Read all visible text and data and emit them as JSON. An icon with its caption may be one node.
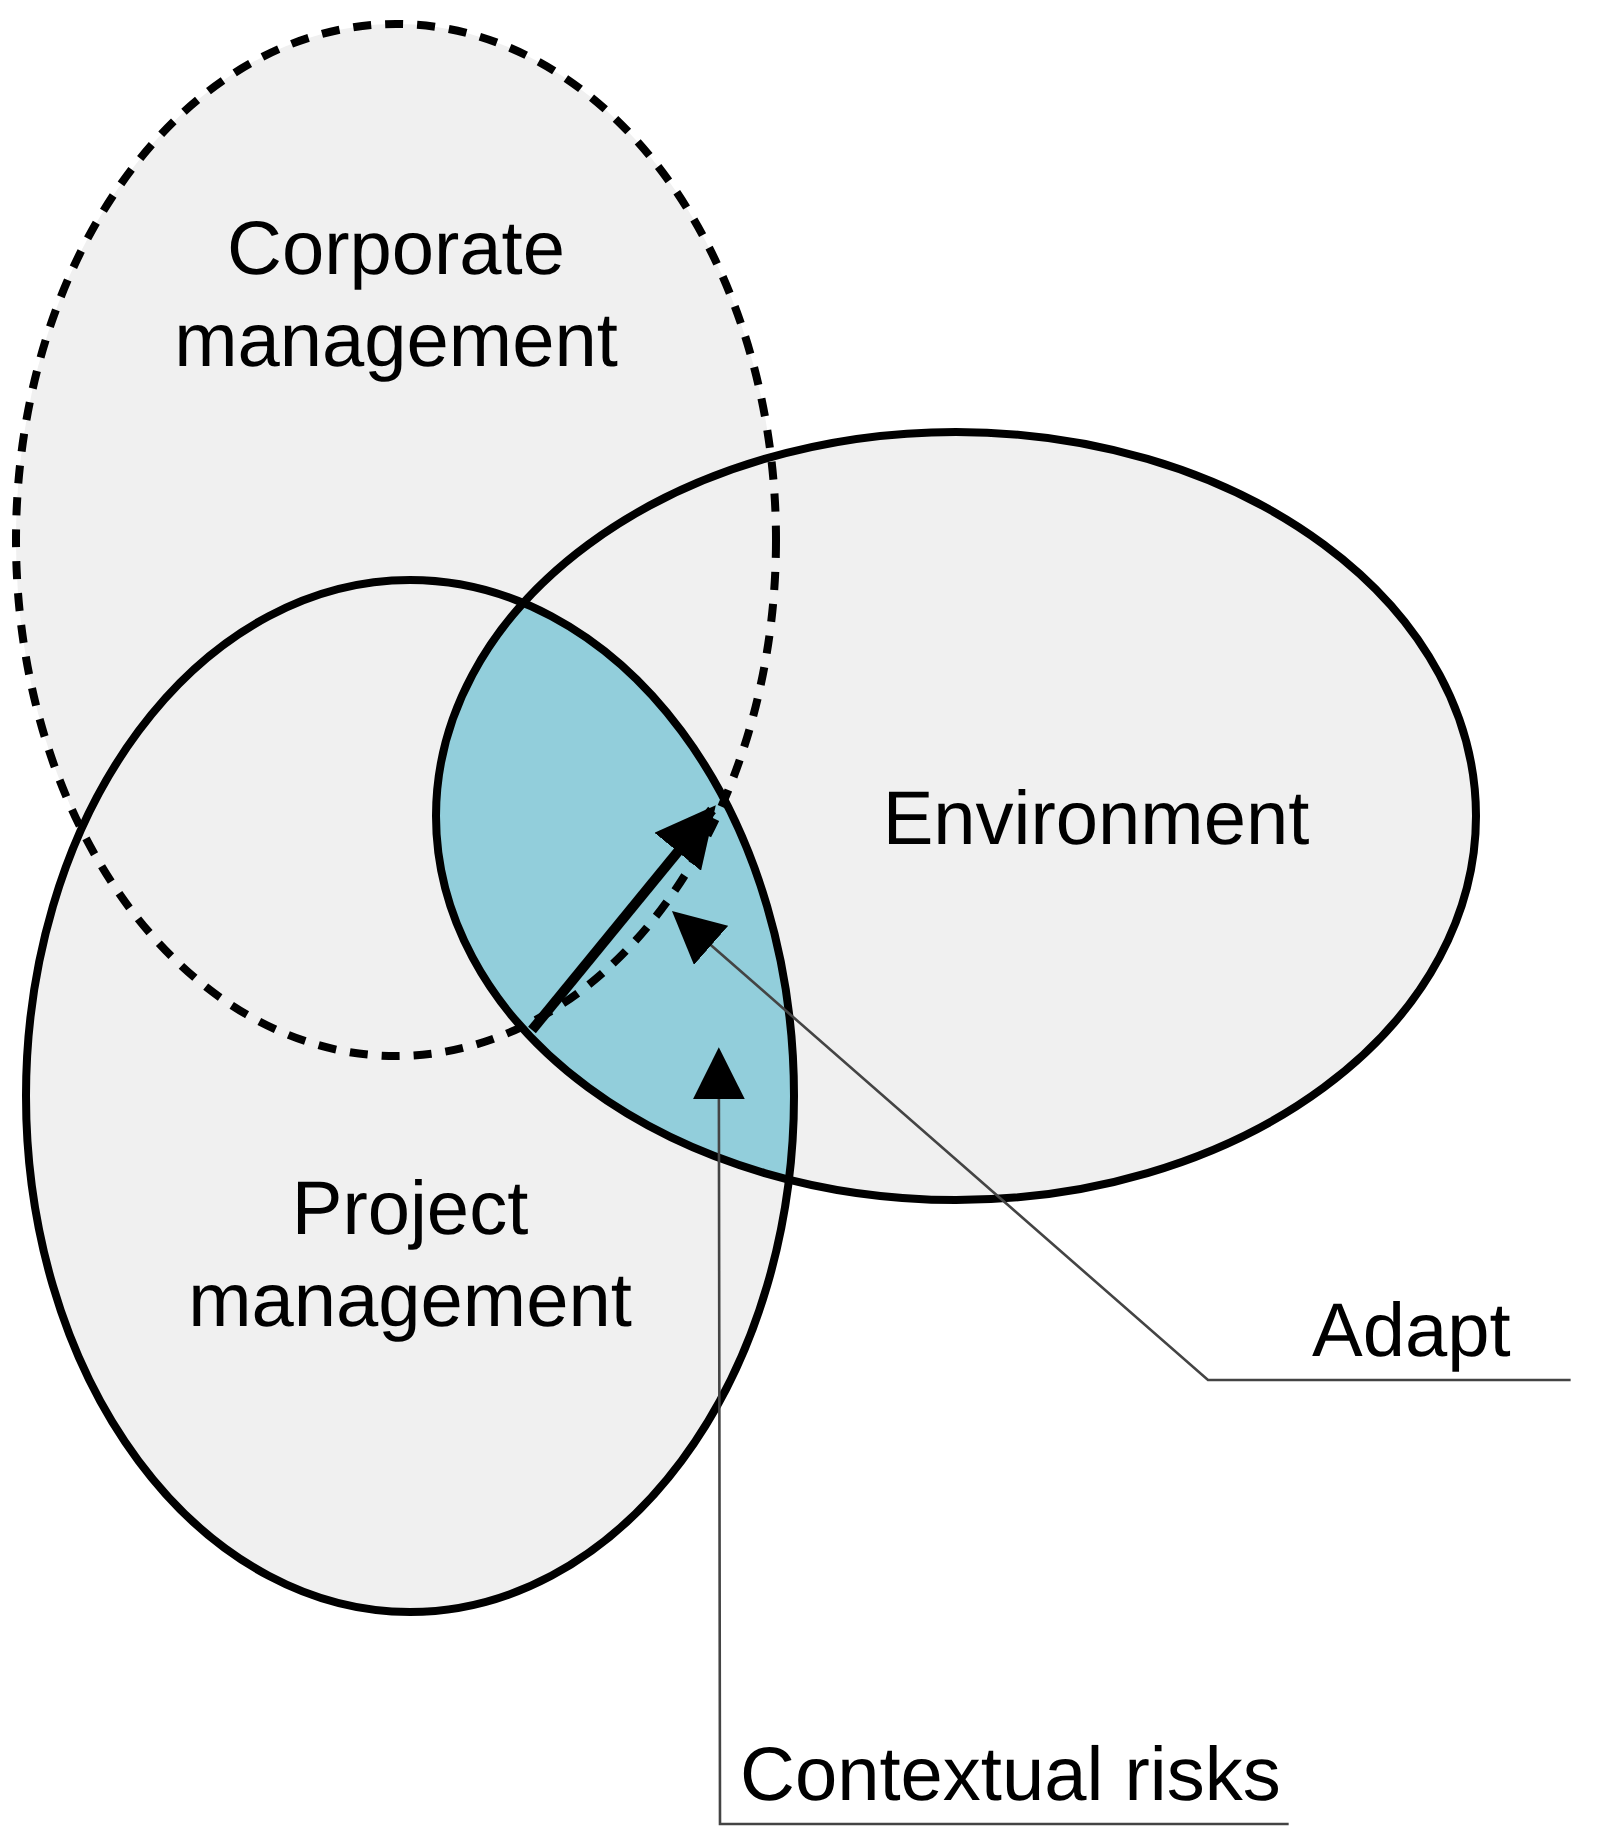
{
  "diagram": {
    "nodes": [
      {
        "text": [
          "Corporate management"
        ]
      },
      {
        "text": [
          "Environment"
        ]
      },
      {
        "text": [
          "Project management"
        ]
      },
      {
        "text": [],
        "shape": "lens"
      },
      {
        "text": [
          "Adapt"
        ]
      },
      {
        "text": [
          "Contextual risks"
        ]
      }
    ],
    "edges": [
      {
        "from": 4,
        "to": 3,
        "arrow": "to"
      },
      {
        "from": 5,
        "to": 3,
        "arrow": "to"
      }
    ]
  }
}
